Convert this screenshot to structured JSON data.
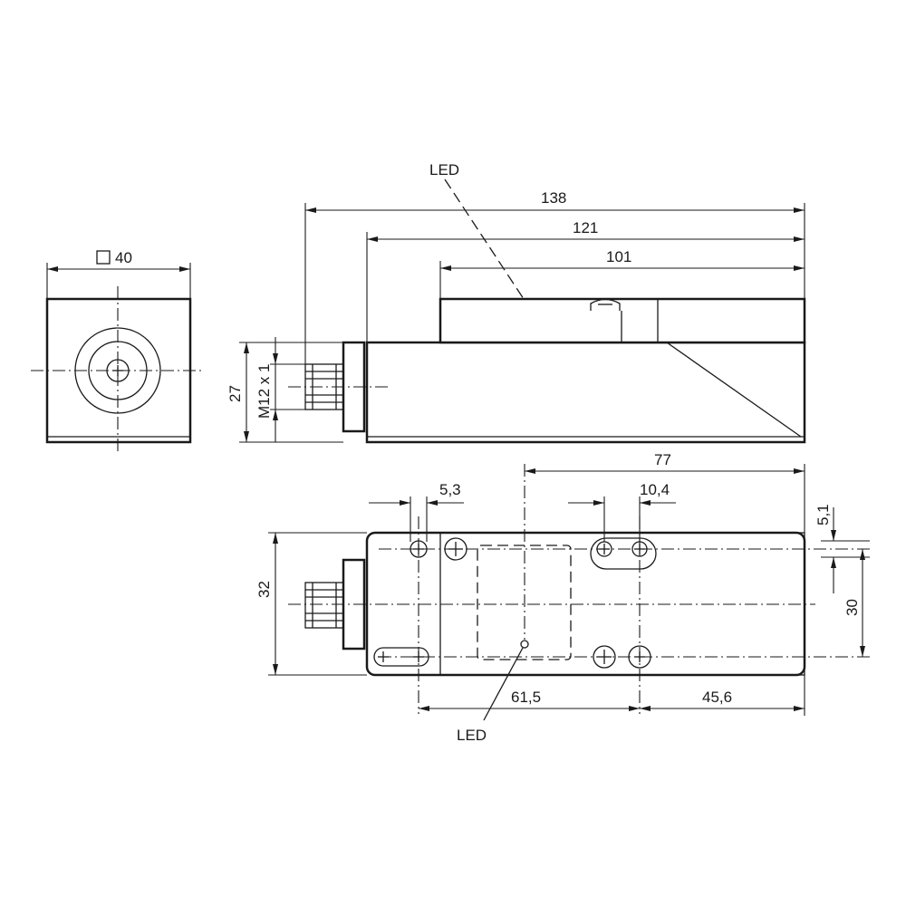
{
  "labels": {
    "led_top": "LED",
    "led_bottom": "LED",
    "square_40": "40",
    "len_138": "138",
    "len_121": "121",
    "len_101": "101",
    "height_27": "27",
    "thread": "M12 x 1",
    "len_77": "77",
    "slot_53": "5,3",
    "slot_104": "10,4",
    "offset_51": "5,1",
    "width_32": "32",
    "spacing_30": "30",
    "len_615": "61,5",
    "len_456": "45,6"
  }
}
